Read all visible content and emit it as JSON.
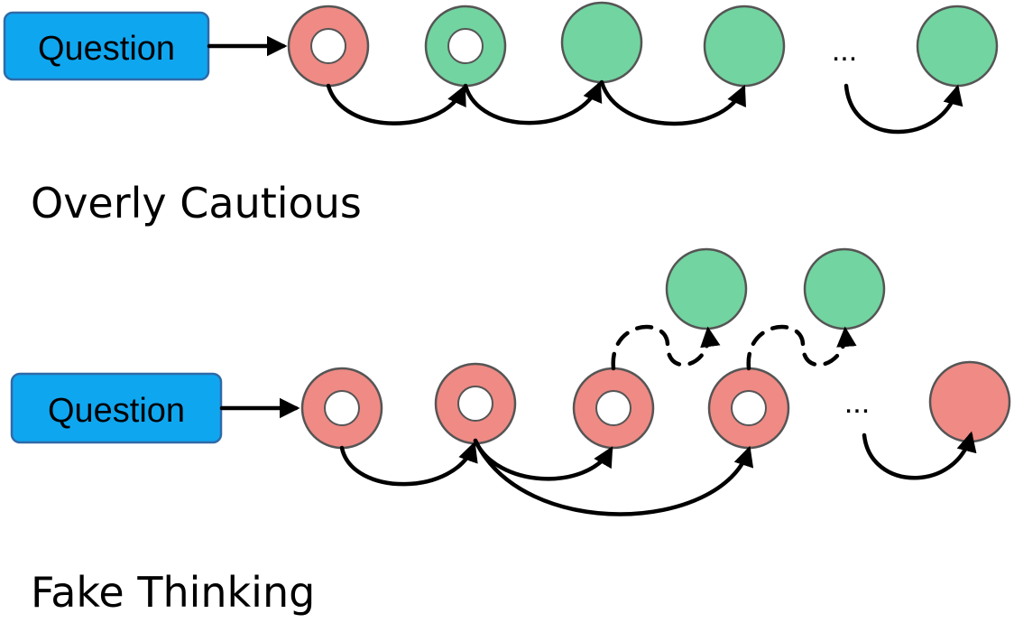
{
  "colors": {
    "question_fill": "#0fa6f0",
    "question_border": "#2f6aa8",
    "pink": "#ef8a85",
    "green": "#72d4a0",
    "hole": "#ffffff"
  },
  "overly_cautious": {
    "question_label": "Question",
    "title": "Overly Cautious",
    "ellipsis": "...",
    "nodes": [
      {
        "color": "pink",
        "hollow": true
      },
      {
        "color": "green",
        "hollow": true
      },
      {
        "color": "green",
        "hollow": false
      },
      {
        "color": "green",
        "hollow": false
      },
      {
        "color": "green",
        "hollow": false
      }
    ]
  },
  "fake_thinking": {
    "question_label": "Question",
    "title": "Fake Thinking",
    "ellipsis": "...",
    "nodes": [
      {
        "color": "pink",
        "hollow": true
      },
      {
        "color": "pink",
        "hollow": true
      },
      {
        "color": "pink",
        "hollow": true
      },
      {
        "color": "pink",
        "hollow": true
      },
      {
        "color": "pink",
        "hollow": false
      }
    ],
    "branch_nodes": [
      {
        "color": "green",
        "hollow": false
      },
      {
        "color": "green",
        "hollow": false
      }
    ]
  }
}
